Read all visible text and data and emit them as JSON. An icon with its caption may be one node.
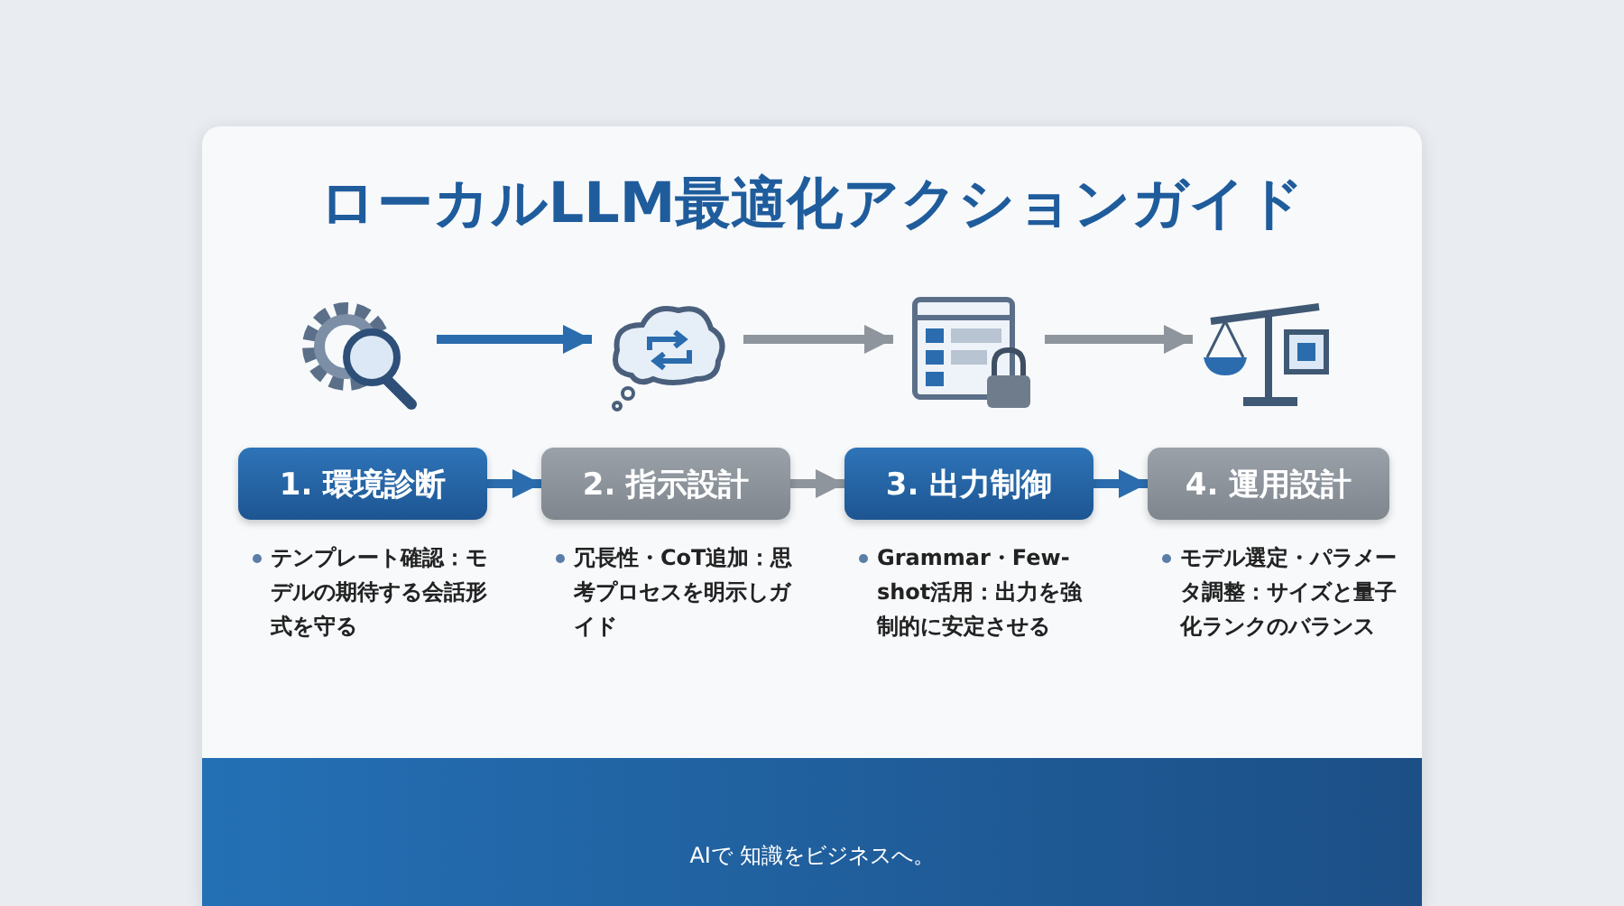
{
  "diagram": {
    "title": "ローカルLLM最適化アクションガイド",
    "nodes": [
      {
        "text": [
          "1. 環境診断"
        ],
        "beside": [
          "テンプレート確認：モデルの期待する会話形式を守る"
        ]
      },
      {
        "text": [
          "2. 指示設計"
        ],
        "beside": [
          "冗長性・CoT追加：思考プロセスを明示しガイド"
        ]
      },
      {
        "text": [
          "3. 出力制御"
        ],
        "beside": [
          "Grammar・Few-shot活用：出力を強制的に安定させる"
        ]
      },
      {
        "text": [
          "4. 運用設計"
        ],
        "beside": [
          "モデル選定・パラメータ調整：サイズと量子化ランクのバランス"
        ]
      },
      {
        "text": [],
        "shape": "picture"
      },
      {
        "text": [],
        "shape": "picture"
      },
      {
        "text": [],
        "shape": "picture"
      },
      {
        "text": [],
        "shape": "picture"
      }
    ],
    "edges": [
      {
        "from": 4,
        "to": 5,
        "arrow": "to",
        "color": "#2a6cad"
      },
      {
        "from": 5,
        "to": 6,
        "arrow": "to",
        "color": "#8e959c"
      },
      {
        "from": 6,
        "to": 7,
        "arrow": "to",
        "color": "#8e959c"
      },
      {
        "from": 0,
        "to": 1,
        "arrow": "to",
        "color": "#2a6cad"
      },
      {
        "from": 1,
        "to": 2,
        "arrow": "to",
        "color": "#8e959c"
      },
      {
        "from": 2,
        "to": 3,
        "arrow": "to",
        "color": "#2a6cad"
      }
    ],
    "labels": [
      "AIで 知識をビジネスへ。"
    ]
  }
}
